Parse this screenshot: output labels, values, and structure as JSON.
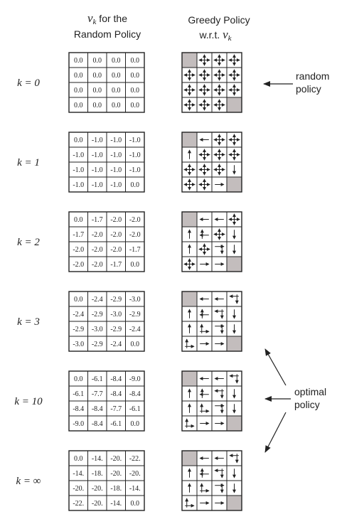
{
  "header": {
    "values_title_symbol": "v",
    "values_title_sub": "k",
    "values_title_line1_suffix": " for the",
    "values_title_line2": "Random Policy",
    "policy_title_line1": "Greedy Policy",
    "policy_title_line2_prefix": "w.r.t. ",
    "policy_title_symbol": "v",
    "policy_title_sub": "k"
  },
  "rows": [
    {
      "label": "k = 0",
      "values": [
        [
          "0.0",
          "0.0",
          "0.0",
          "0.0"
        ],
        [
          "0.0",
          "0.0",
          "0.0",
          "0.0"
        ],
        [
          "0.0",
          "0.0",
          "0.0",
          "0.0"
        ],
        [
          "0.0",
          "0.0",
          "0.0",
          "0.0"
        ]
      ],
      "policy": [
        [
          "T",
          "ALL",
          "ALL",
          "ALL"
        ],
        [
          "ALL",
          "ALL",
          "ALL",
          "ALL"
        ],
        [
          "ALL",
          "ALL",
          "ALL",
          "ALL"
        ],
        [
          "ALL",
          "ALL",
          "ALL",
          "T"
        ]
      ]
    },
    {
      "label": "k = 1",
      "values": [
        [
          "0.0",
          "-1.0",
          "-1.0",
          "-1.0"
        ],
        [
          "-1.0",
          "-1.0",
          "-1.0",
          "-1.0"
        ],
        [
          "-1.0",
          "-1.0",
          "-1.0",
          "-1.0"
        ],
        [
          "-1.0",
          "-1.0",
          "-1.0",
          "0.0"
        ]
      ],
      "policy": [
        [
          "T",
          "W",
          "ALL",
          "ALL"
        ],
        [
          "N",
          "ALL",
          "ALL",
          "ALL"
        ],
        [
          "ALL",
          "ALL",
          "ALL",
          "S"
        ],
        [
          "ALL",
          "ALL",
          "E",
          "T"
        ]
      ]
    },
    {
      "label": "k = 2",
      "values": [
        [
          "0.0",
          "-1.7",
          "-2.0",
          "-2.0"
        ],
        [
          "-1.7",
          "-2.0",
          "-2.0",
          "-2.0"
        ],
        [
          "-2.0",
          "-2.0",
          "-2.0",
          "-1.7"
        ],
        [
          "-2.0",
          "-2.0",
          "-1.7",
          "0.0"
        ]
      ],
      "policy": [
        [
          "T",
          "W",
          "W",
          "ALL"
        ],
        [
          "N",
          "NW",
          "ALL",
          "S"
        ],
        [
          "N",
          "ALL",
          "SE",
          "S"
        ],
        [
          "ALL",
          "E",
          "E",
          "T"
        ]
      ]
    },
    {
      "label": "k = 3",
      "values": [
        [
          "0.0",
          "-2.4",
          "-2.9",
          "-3.0"
        ],
        [
          "-2.4",
          "-2.9",
          "-3.0",
          "-2.9"
        ],
        [
          "-2.9",
          "-3.0",
          "-2.9",
          "-2.4"
        ],
        [
          "-3.0",
          "-2.9",
          "-2.4",
          "0.0"
        ]
      ],
      "policy": [
        [
          "T",
          "W",
          "W",
          "SW"
        ],
        [
          "N",
          "NW",
          "SW",
          "S"
        ],
        [
          "N",
          "NE",
          "SE",
          "S"
        ],
        [
          "NE",
          "E",
          "E",
          "T"
        ]
      ]
    },
    {
      "label": "k = 10",
      "values": [
        [
          "0.0",
          "-6.1",
          "-8.4",
          "-9.0"
        ],
        [
          "-6.1",
          "-7.7",
          "-8.4",
          "-8.4"
        ],
        [
          "-8.4",
          "-8.4",
          "-7.7",
          "-6.1"
        ],
        [
          "-9.0",
          "-8.4",
          "-6.1",
          "0.0"
        ]
      ],
      "policy": [
        [
          "T",
          "W",
          "W",
          "SW"
        ],
        [
          "N",
          "NW",
          "SW",
          "S"
        ],
        [
          "N",
          "NE",
          "SE",
          "S"
        ],
        [
          "NE",
          "E",
          "E",
          "T"
        ]
      ]
    },
    {
      "label": "k = ∞",
      "values": [
        [
          "0.0",
          "-14.",
          "-20.",
          "-22."
        ],
        [
          "-14.",
          "-18.",
          "-20.",
          "-20."
        ],
        [
          "-20.",
          "-20.",
          "-18.",
          "-14."
        ],
        [
          "-22.",
          "-20.",
          "-14.",
          "0.0"
        ]
      ],
      "policy": [
        [
          "T",
          "W",
          "W",
          "SW"
        ],
        [
          "N",
          "NW",
          "SW",
          "S"
        ],
        [
          "N",
          "NE",
          "SE",
          "S"
        ],
        [
          "NE",
          "E",
          "E",
          "T"
        ]
      ]
    }
  ],
  "annotations": {
    "random_line1": "random",
    "random_line2": "policy",
    "optimal_line1": "optimal",
    "optimal_line2": "policy"
  },
  "colors": {
    "terminal_fill": "#c3bdbd",
    "grid_line": "#222222",
    "arrow": "#222222"
  }
}
